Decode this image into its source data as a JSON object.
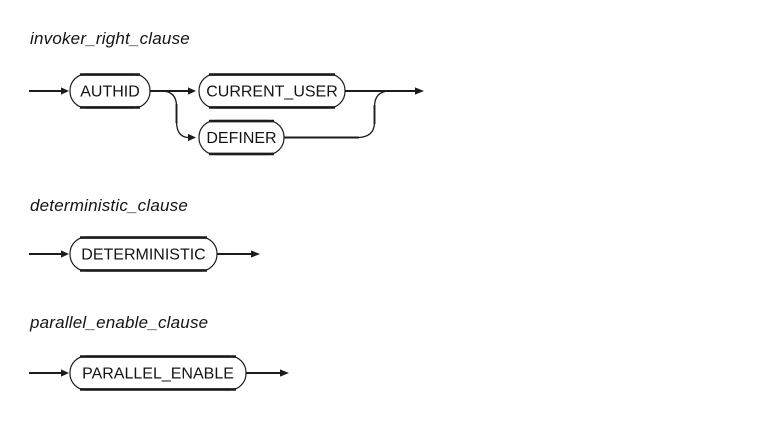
{
  "page": {
    "background": "#ffffff",
    "line_color": "#1c1c1c",
    "text_color": "#141414",
    "kind": "railroad-syntax-diagrams"
  },
  "diagrams": [
    {
      "title": "invoker_right_clause",
      "type": "railroad-syntax-diagram",
      "structure": "AUTHID -> ( CURRENT_USER | DEFINER )",
      "terminals": {
        "authid": "AUTHID",
        "current_user": "CURRENT_USER",
        "definer": "DEFINER"
      }
    },
    {
      "title": "deterministic_clause",
      "type": "railroad-syntax-diagram",
      "structure": "DETERMINISTIC",
      "terminals": {
        "deterministic": "DETERMINISTIC"
      }
    },
    {
      "title": "parallel_enable_clause",
      "type": "railroad-syntax-diagram",
      "structure": "PARALLEL_ENABLE",
      "terminals": {
        "parallel_enable": "PARALLEL_ENABLE"
      }
    }
  ]
}
